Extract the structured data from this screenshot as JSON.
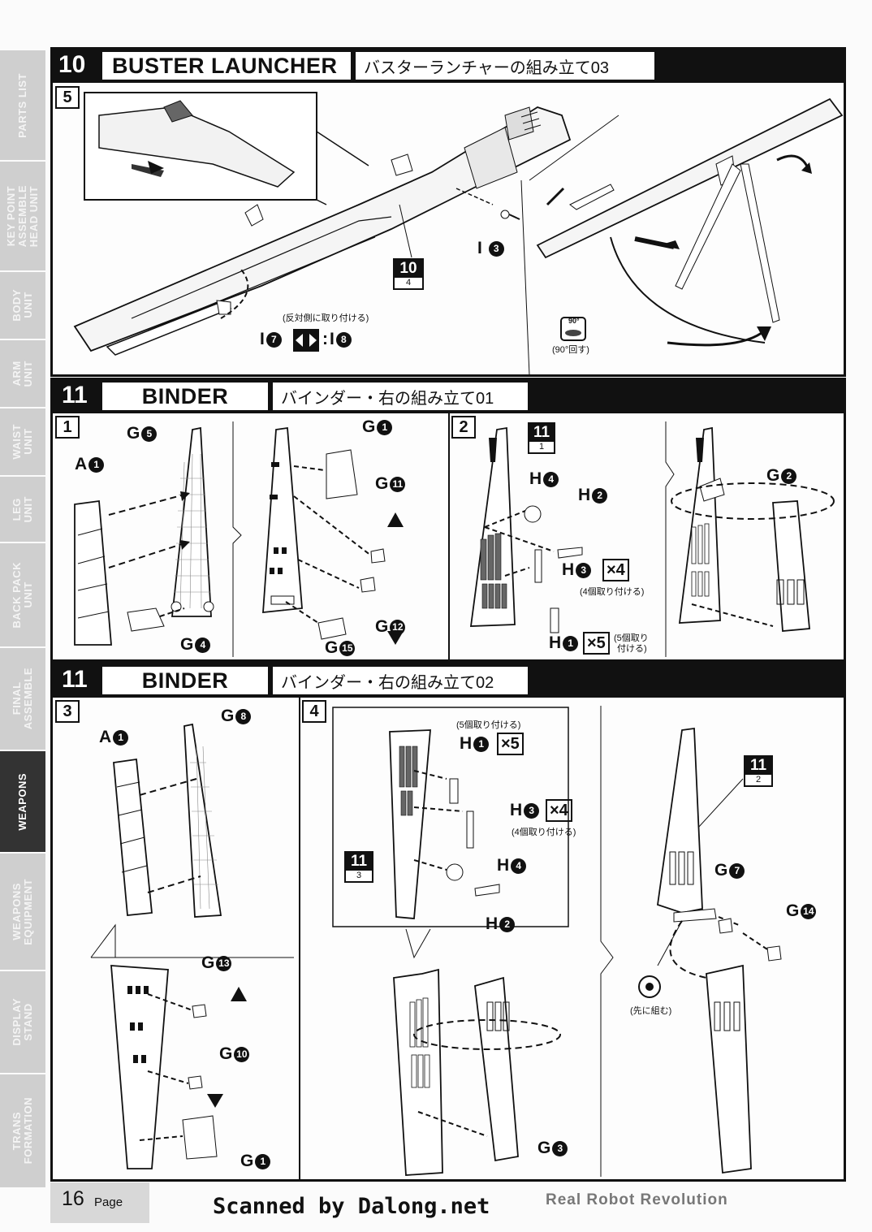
{
  "side_tabs": [
    {
      "label": "PARTS LIST",
      "active": false
    },
    {
      "label": "KEY POINT\nASSEMBLE\nHEAD UNIT",
      "active": false
    },
    {
      "label": "BODY\nUNIT",
      "active": false
    },
    {
      "label": "ARM\nUNIT",
      "active": false
    },
    {
      "label": "WAIST\nUNIT",
      "active": false
    },
    {
      "label": "LEG\nUNIT",
      "active": false
    },
    {
      "label": "BACK PACK\nUNIT",
      "active": false
    },
    {
      "label": "FINAL\nASSEMBLE",
      "active": false
    },
    {
      "label": "WEAPONS",
      "active": true
    },
    {
      "label": "WEAPONS\nEQUIPMENT",
      "active": false
    },
    {
      "label": "DISPLAY\nSTAND",
      "active": false
    },
    {
      "label": "TRANS\nFORMATION",
      "active": false
    }
  ],
  "sections": [
    {
      "number": "10",
      "title": "BUSTER LAUNCHER",
      "subtitle": "バスターランチャーの組み立て03"
    },
    {
      "number": "11",
      "title": "BINDER",
      "subtitle": "バインダー・右の組み立て01"
    },
    {
      "number": "11",
      "title": "BINDER",
      "subtitle": "バインダー・右の組み立て02"
    }
  ],
  "steps": {
    "s5": "5",
    "s1": "1",
    "s2": "2",
    "s3": "3",
    "s4": "4"
  },
  "parts": {
    "i3": "I",
    "i7": "I",
    "i8": "I",
    "g5": "G",
    "a1": "A",
    "g4": "G",
    "g1": "G",
    "g11": "G",
    "g12": "G",
    "g15": "G",
    "h4": "H",
    "h2": "H",
    "h3": "H",
    "h1": "H",
    "g2": "G",
    "a1b": "A",
    "g8": "G",
    "g13": "G",
    "g10": "G",
    "g1b": "G",
    "h1b": "H",
    "h3b": "H",
    "h4b": "H",
    "h2b": "H",
    "g3": "G",
    "g7": "G",
    "g14": "G"
  },
  "part_nums": {
    "i3": "3",
    "i7": "7",
    "i8": "8",
    "g5": "5",
    "a1": "1",
    "g4": "4",
    "g1": "1",
    "g11": "11",
    "g12": "12",
    "g15": "15",
    "h4": "4",
    "h2": "2",
    "h3": "3",
    "h1": "1",
    "g2": "2",
    "a1b": "1",
    "g8": "8",
    "g13": "13",
    "g10": "10",
    "g1b": "1",
    "h1b": "1",
    "h3b": "3",
    "h4b": "4",
    "h2b": "2",
    "g3": "3",
    "g7": "7",
    "g14": "14"
  },
  "refs": [
    {
      "top": "10",
      "bottom": "4"
    },
    {
      "top": "11",
      "bottom": "1"
    },
    {
      "top": "11",
      "bottom": "3"
    },
    {
      "top": "11",
      "bottom": "2"
    }
  ],
  "multipliers": {
    "x4": "×4",
    "x5": "×5"
  },
  "notes": {
    "opposite": "(反対側に取り付ける)",
    "rotate": "(90°回す)",
    "deg": "90°",
    "four": "(4個取り付ける)",
    "five_a": "(5個取り",
    "five_b": "付ける)",
    "five": "(5個取り付ける)",
    "pre": "(先に組む)",
    "colon": ":"
  },
  "footer": {
    "page_number": "16",
    "page_word": "Page",
    "credit": "Scanned by Dalong.net",
    "brand": "Real Robot Revolution"
  }
}
